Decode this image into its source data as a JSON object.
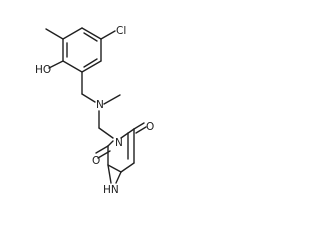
{
  "structure": {
    "atom_labels": {
      "chloro": "Cl",
      "methyl_ring": "",
      "hydroxyl": "HO",
      "amine_n": "N",
      "amine_methyl": "",
      "carbonyl_o_upper": "O",
      "ring_n": "N",
      "carbonyl_o_lower": "O",
      "imide_nh": "HN"
    }
  }
}
